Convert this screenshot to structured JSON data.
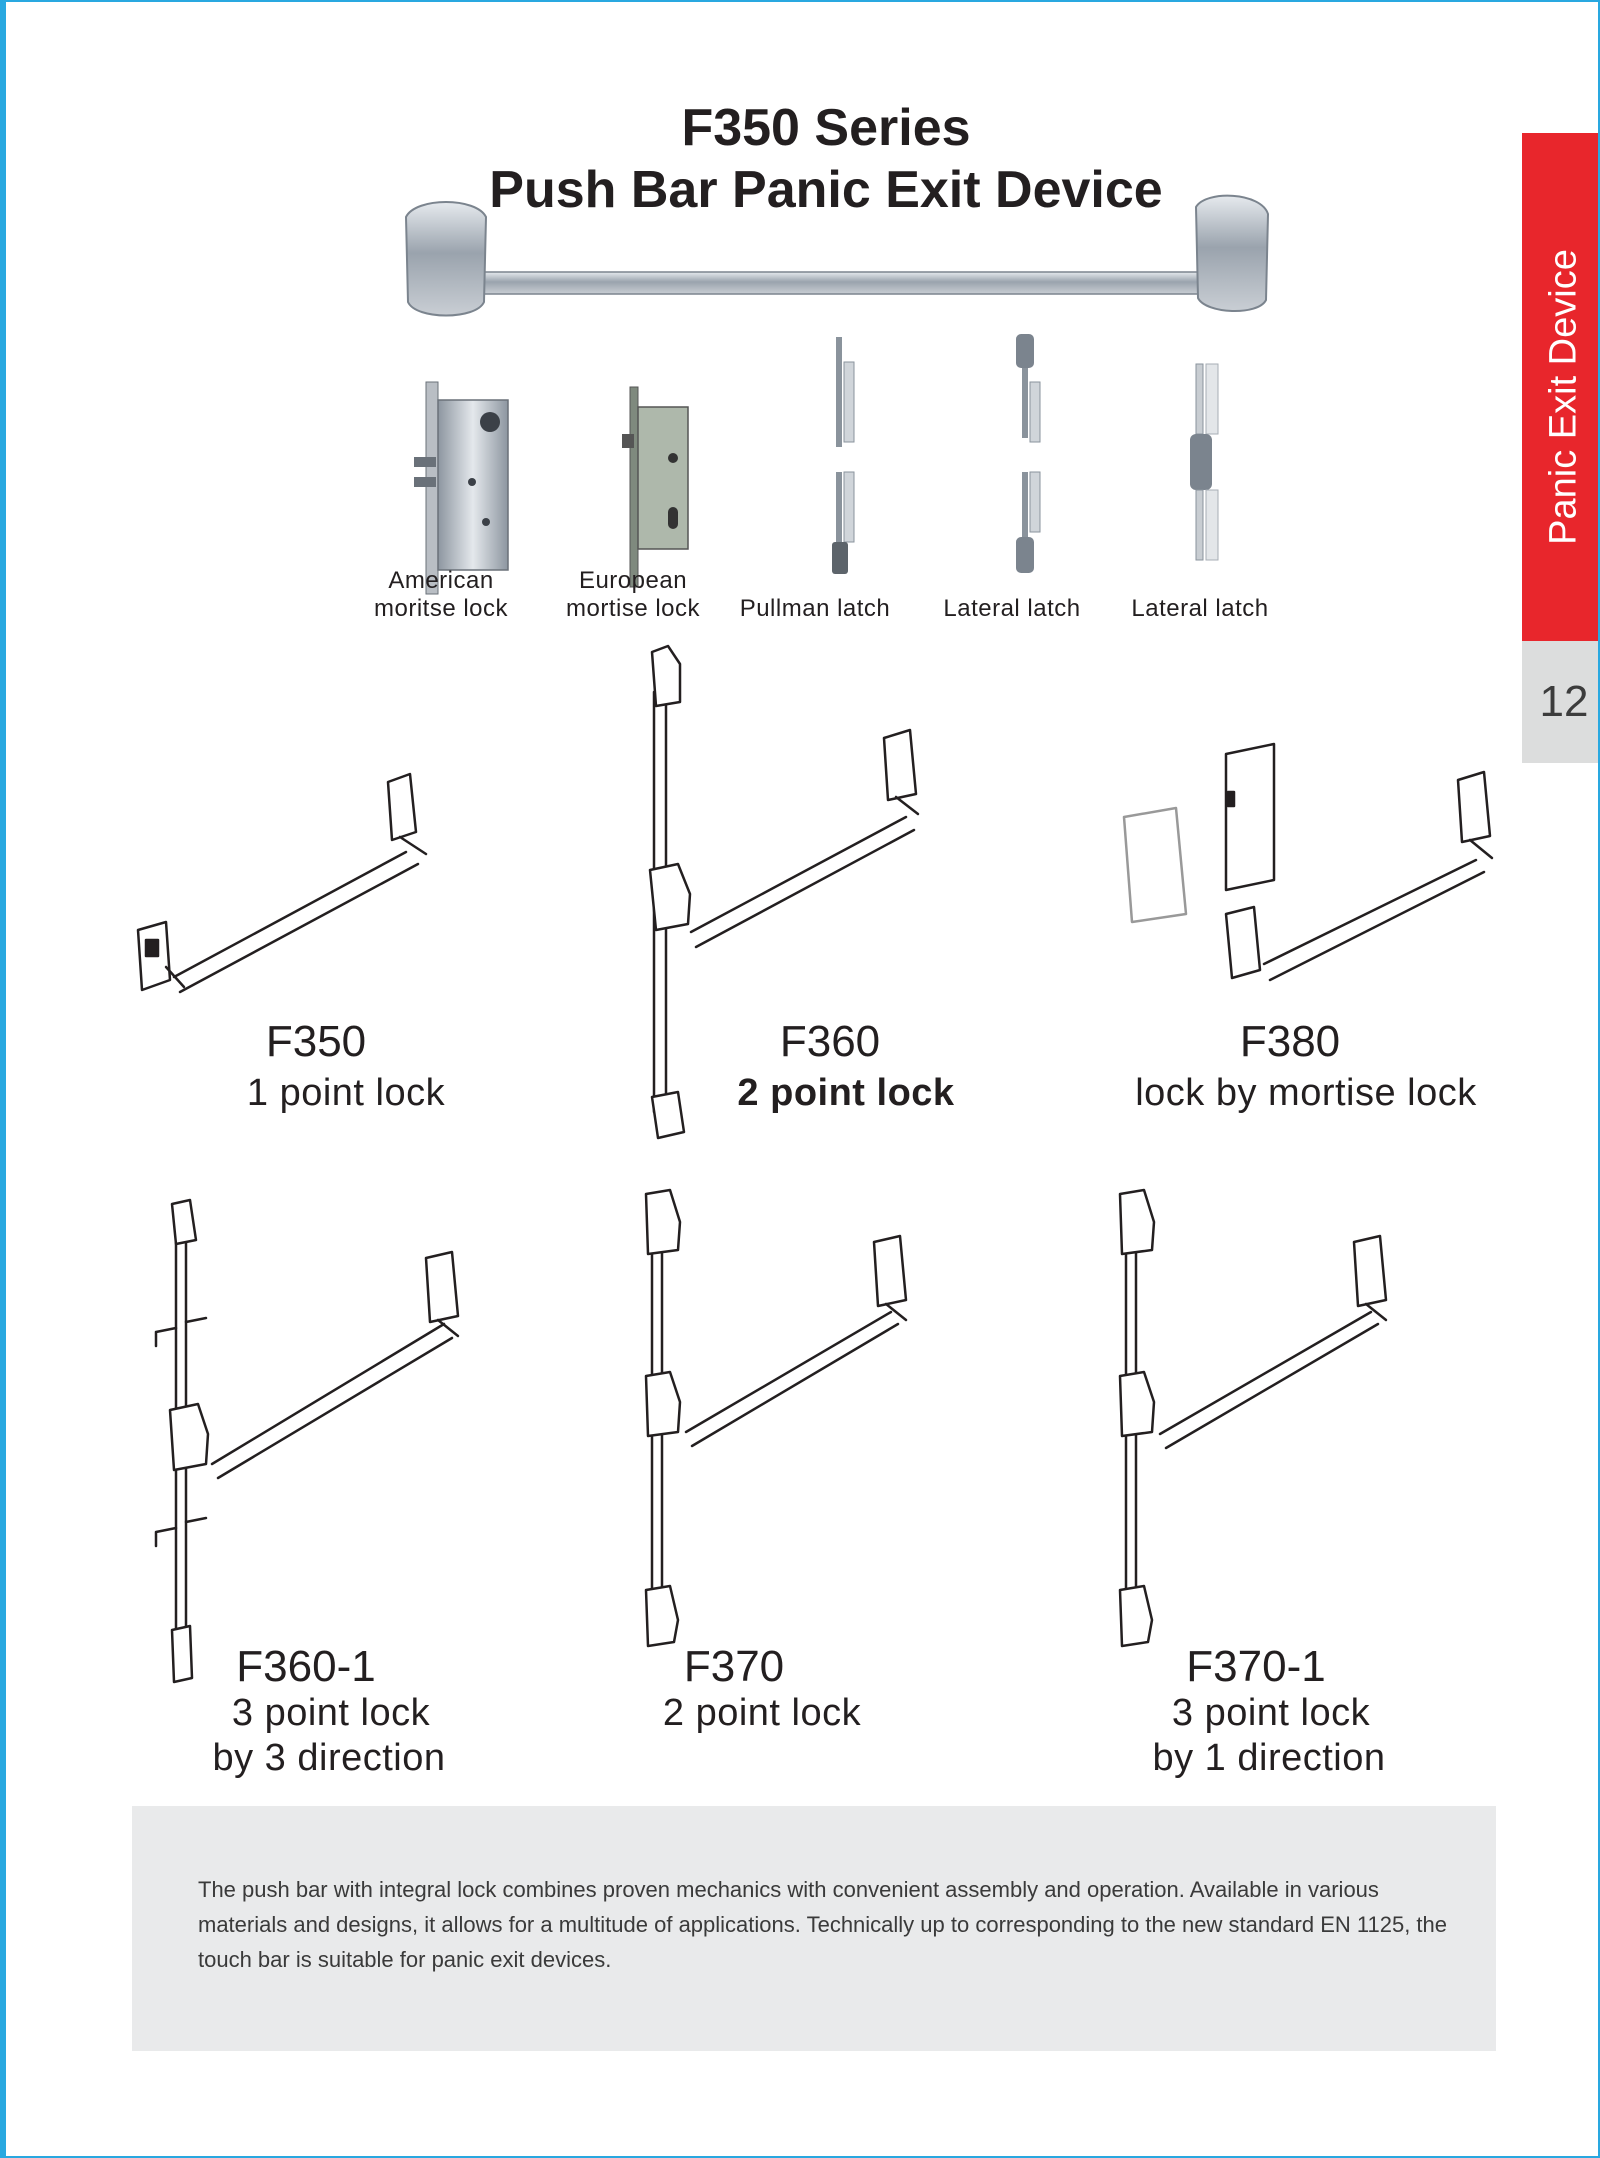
{
  "header": {
    "title_line1": "F350 Series",
    "title_line2": "Push Bar Panic Exit Device"
  },
  "side_tab": {
    "label": "Panic Exit Device",
    "page_number": "12"
  },
  "lock_types": [
    {
      "line1": "American",
      "line2": "moritse lock"
    },
    {
      "line1": "European",
      "line2": "mortise lock"
    },
    {
      "line1": "",
      "line2": "Pullman latch"
    },
    {
      "line1": "",
      "line2": "Lateral latch"
    },
    {
      "line1": "",
      "line2": "Lateral latch"
    }
  ],
  "models": [
    {
      "model": "F350",
      "line1": "1 point lock",
      "line2": ""
    },
    {
      "model": "F360",
      "line1": "2 point lock",
      "line2": ""
    },
    {
      "model": "F380",
      "line1": "lock by mortise lock",
      "line2": ""
    },
    {
      "model": "F360-1",
      "line1": "3 point lock",
      "line2": "by 3 direction"
    },
    {
      "model": "F370",
      "line1": "2 point lock",
      "line2": ""
    },
    {
      "model": "F370-1",
      "line1": "3 point lock",
      "line2": "by 1 direction"
    }
  ],
  "info": {
    "text": "The push bar with integral lock combines proven mechanics with convenient assembly and operation. Available in various materials and designs, it allows for a multitude of applications. Technically up to corresponding to the new standard EN 1125, the touch bar is suitable for panic exit devices."
  },
  "colors": {
    "frame": "#29a8e0",
    "tab_red": "#e8262c",
    "tab_grey": "#dcdddd",
    "info_bg": "#e9eaeb"
  }
}
